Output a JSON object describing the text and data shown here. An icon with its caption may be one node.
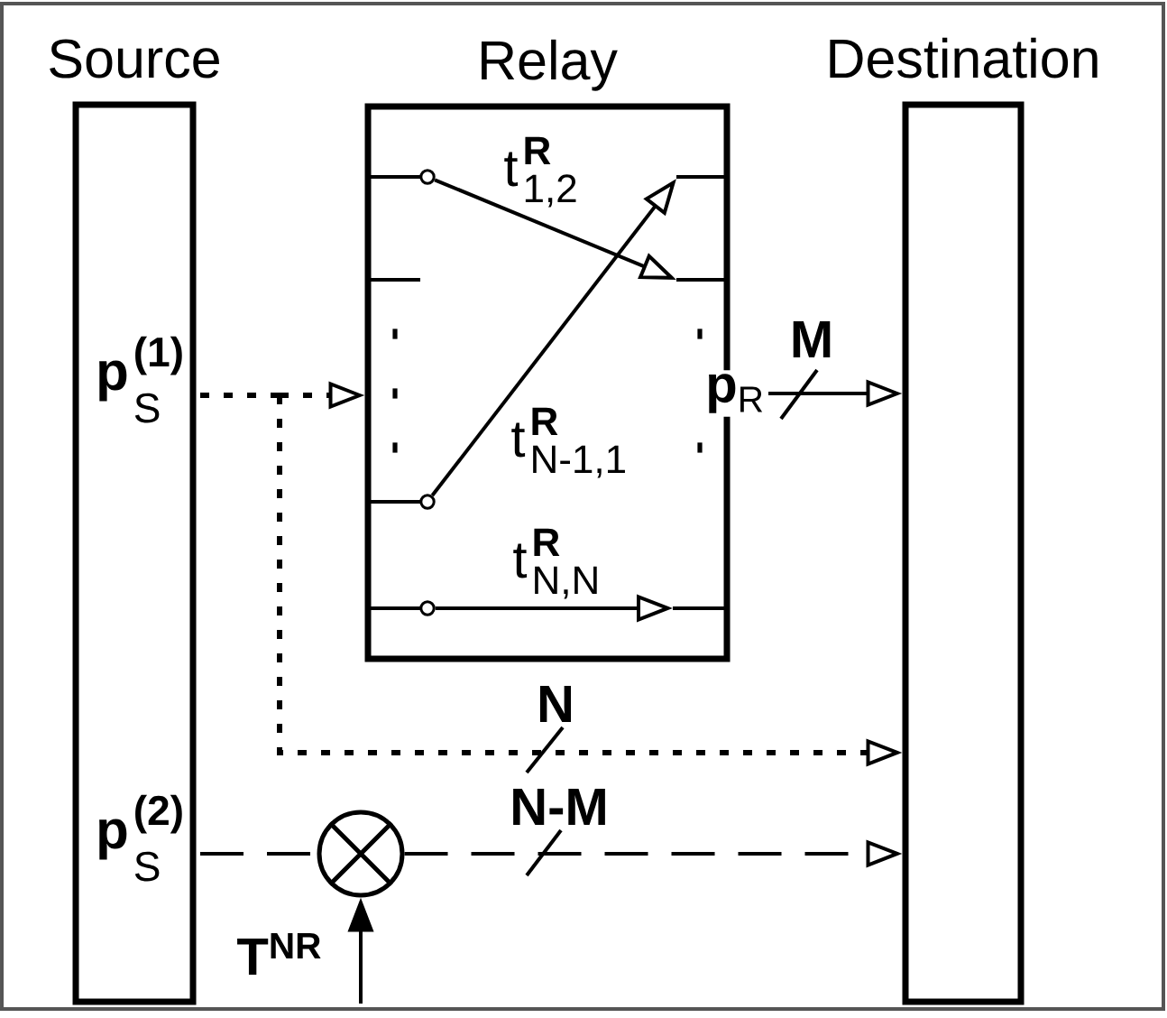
{
  "diagram": {
    "nodes": [
      {
        "text": [
          "Source"
        ]
      },
      {
        "text": [
          "**p**$^{(1)}$$_{S}$"
        ],
        "in": 0
      },
      {
        "text": [
          "**p**$^{(2)}$$_{S}$"
        ],
        "in": 0
      },
      {
        "text": [
          "Relay"
        ]
      },
      {
        "text": [],
        "shape": "circle",
        "in": 3
      },
      {
        "text": [],
        "shape": "circle",
        "in": 3
      },
      {
        "text": [],
        "shape": "circle",
        "in": 3
      },
      {
        "text": [
          "**p**$_{R}$"
        ]
      },
      {
        "text": [
          "Destination"
        ]
      },
      {
        "text": [],
        "shape": "circle"
      }
    ],
    "edges": [
      {
        "from": 1,
        "to": 3,
        "arrow": "to",
        "style": "dashed"
      },
      {
        "from": 1,
        "to": 8,
        "arrow": "to",
        "style": "dashed",
        "label": "N"
      },
      {
        "from": 4,
        "to": null,
        "arrow": "to",
        "label": "t$^{R}$$_{1,2}$"
      },
      {
        "from": 5,
        "to": null,
        "arrow": "to",
        "label": "t$^{R}$$_{N-1,1}$"
      },
      {
        "from": 6,
        "to": null,
        "arrow": "to",
        "label": "t$^{R}$$_{N,N}$"
      },
      {
        "from": 7,
        "to": 8,
        "arrow": "to",
        "label": "M"
      },
      {
        "from": 2,
        "to": 9,
        "arrow": "none",
        "style": "dashed"
      },
      {
        "from": 9,
        "to": 8,
        "arrow": "to",
        "style": "dashed",
        "label": "N-M"
      },
      {
        "from": null,
        "to": 9,
        "arrow": "to",
        "label": "T$^{NR}$"
      }
    ]
  }
}
